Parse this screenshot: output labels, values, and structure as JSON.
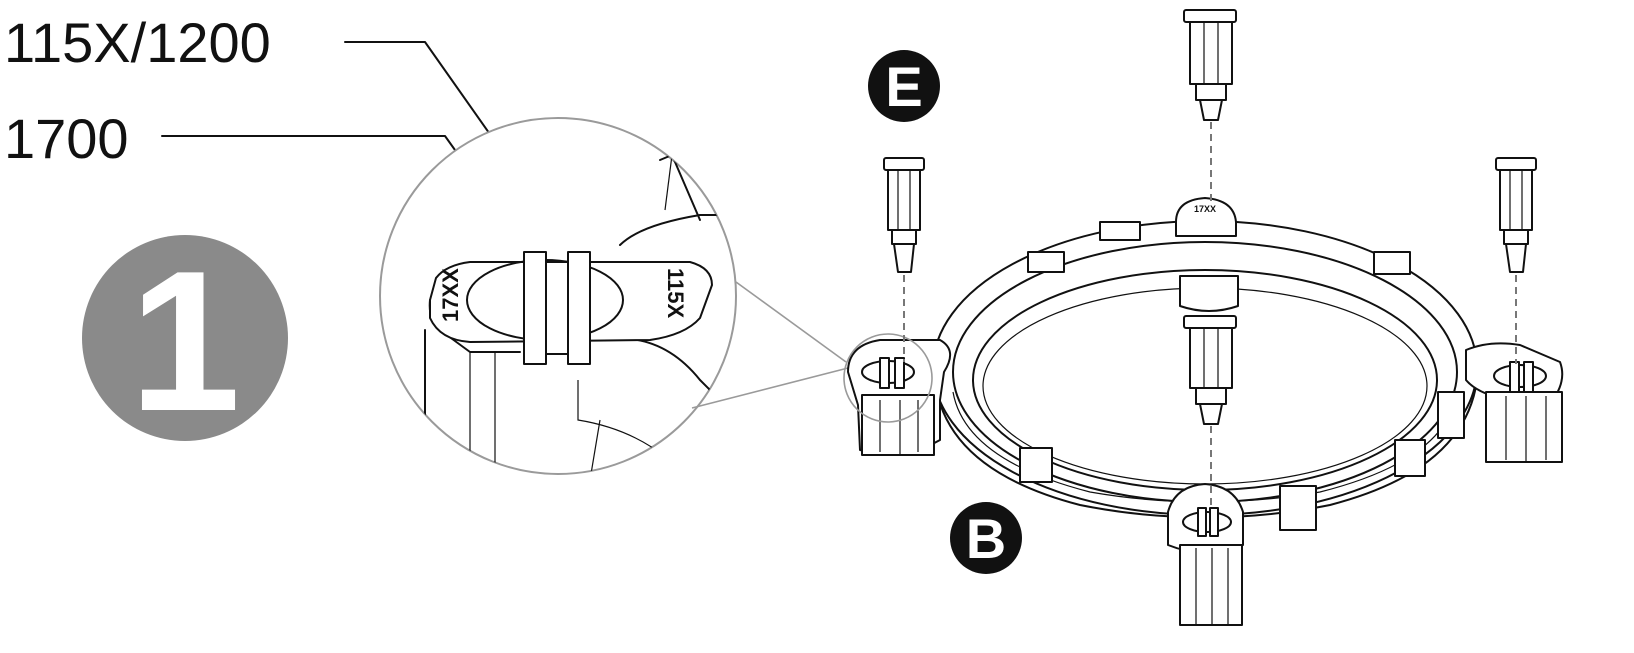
{
  "labels": {
    "callout_top": "115X/1200",
    "callout_bottom": "1700"
  },
  "badges": {
    "step": "1",
    "part_pins": "E",
    "part_bracket": "B"
  },
  "detail_marks": {
    "left": "17XX",
    "right": "115X"
  },
  "colors": {
    "line": "#111111",
    "step_badge": "#8a8a8a",
    "part_badge": "#111111",
    "magnifier": "#9a9a9a"
  }
}
